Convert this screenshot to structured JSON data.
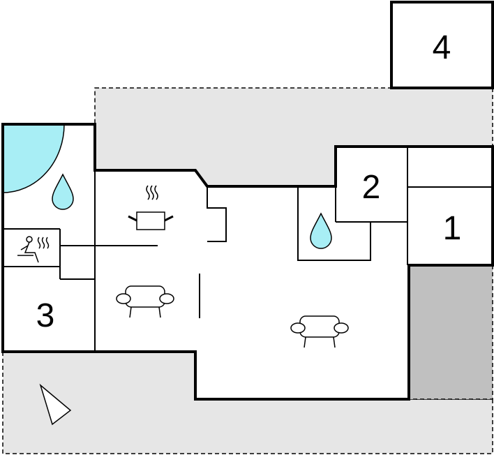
{
  "floor_plan": {
    "room_labels": [
      "4",
      "2",
      "1",
      "3"
    ],
    "colors": {
      "wall": "#000000",
      "terrace": "#e6e6e6",
      "covered_area": "#c0c0c0",
      "water": "#a8eef5",
      "background": "#ffffff"
    },
    "icons": [
      "kitchen-pot-icon",
      "sofa-icon",
      "sofa-icon",
      "water-drop-icon",
      "water-drop-icon",
      "sauna-icon",
      "north-arrow-icon",
      "whirlpool-icon"
    ]
  }
}
